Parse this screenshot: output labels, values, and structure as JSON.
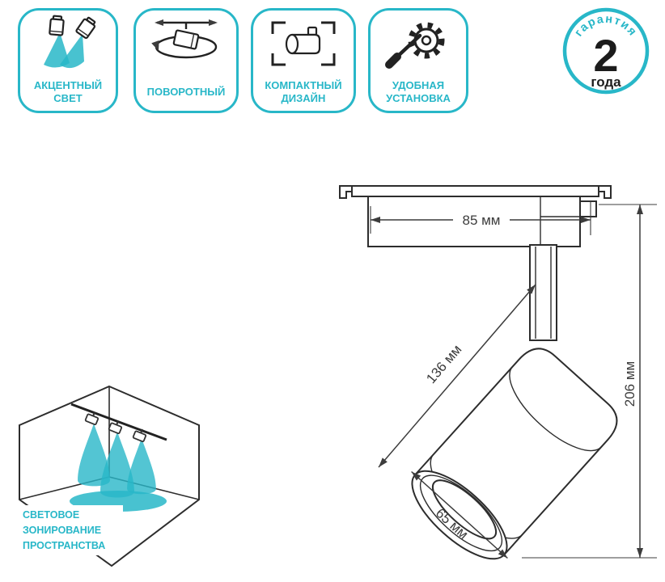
{
  "accent_color": "#28b7c8",
  "line_color": "#2d2d2d",
  "feature_badges": [
    {
      "id": "accent-light",
      "lines": [
        "АКЦЕНТНЫЙ",
        "СВЕТ"
      ]
    },
    {
      "id": "rotatable",
      "lines": [
        "ПОВОРОТНЫЙ"
      ]
    },
    {
      "id": "compact-design",
      "lines": [
        "КОМПАКТНЫЙ",
        "ДИЗАЙН"
      ]
    },
    {
      "id": "easy-install",
      "lines": [
        "УДОБНАЯ",
        "УСТАНОВКА"
      ]
    }
  ],
  "warranty": {
    "arc_text": "гарантия",
    "number": "2",
    "unit": "года"
  },
  "dimensions": {
    "track_width": "85 мм",
    "body_length": "136 мм",
    "overall_height": "206 мм",
    "diameter": "65 мм"
  },
  "zoning_caption": {
    "lines": [
      "СВЕТОВОЕ",
      "ЗОНИРОВАНИЕ",
      "ПРОСТРАНСТВА"
    ]
  }
}
